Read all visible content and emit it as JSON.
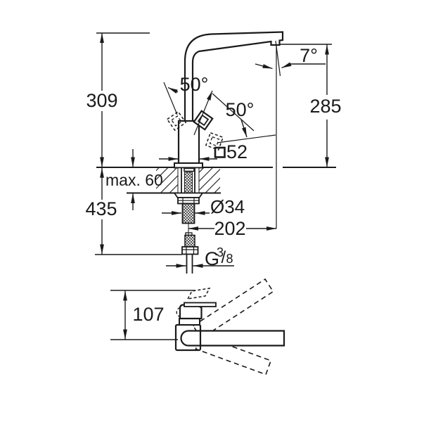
{
  "drawing": {
    "kind": "technical dimensional drawing",
    "views": [
      "side elevation",
      "top view"
    ]
  },
  "colors": {
    "ink": "#1a1a1a",
    "paper": "#ffffff"
  },
  "labels": {
    "height_above_counter": "309",
    "height_below_to_hose": "435",
    "counter_thickness_max": "max. 60",
    "spout_outlet_height": "285",
    "spout_tilt_angle": "7°",
    "handle_swing_left": "50°",
    "handle_swing_right": "50°",
    "body_square_size": "52",
    "shank_diameter": "Ø34",
    "spout_reach": "202",
    "thread_letter": "G",
    "thread_numerator": "3",
    "thread_slash": "/",
    "thread_denominator": "8",
    "top_view_depth": "107"
  }
}
